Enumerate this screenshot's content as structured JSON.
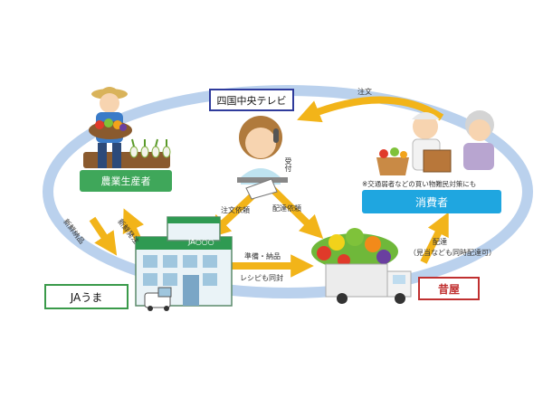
{
  "nodes": {
    "tv": "四国中央テレビ",
    "farmer": "農業生産者",
    "consumer": "消費者",
    "ja": "JAうま",
    "store": "昔屋"
  },
  "ja_sign": "JA○○○",
  "labels": {
    "order": "注文",
    "receive": "受付",
    "order_request": "注文依頼",
    "delivery_request": "配達依頼",
    "fresh_delivery": "新鮮納品",
    "fresh_order": "新鮮発注",
    "prep_delivery": "準備・納品",
    "recipe": "レシピも同封",
    "delivery": "配達",
    "delivery_note": "（見当なども同時配達可）",
    "consumer_note": "※交通弱者などの買い物難民対策にも"
  },
  "colors": {
    "tv_border": "#2f3b9c",
    "farmer_fill": "#3fa75a",
    "consumer_fill": "#1fa6e0",
    "ja_border": "#3a9a4a",
    "store_border": "#c03030",
    "store_text": "#c03030",
    "arrow": "#f2b419",
    "loop": "#8fb4de"
  }
}
